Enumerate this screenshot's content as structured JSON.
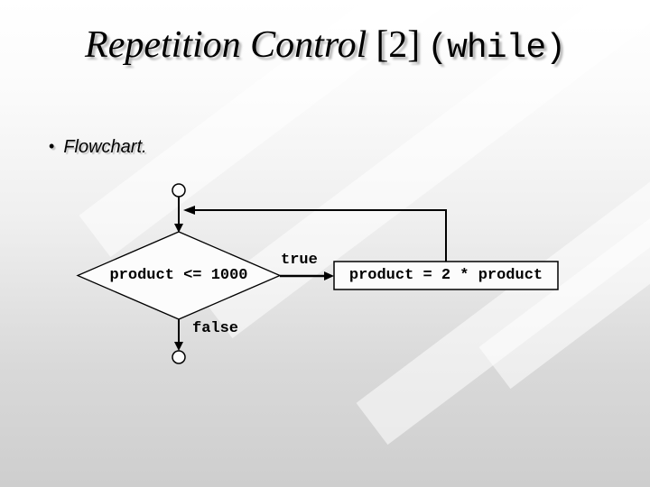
{
  "title": {
    "part1": "Repetition Control",
    "part2": "[2]",
    "part3": "(while)"
  },
  "bullet": {
    "marker": "•",
    "text": "Flowchart."
  },
  "flowchart": {
    "condition": "product <= 1000",
    "true_label": "true",
    "false_label": "false",
    "process": "product = 2 * product"
  },
  "colors": {
    "background_top": "#ffffff",
    "background_bottom": "#cecece",
    "stripe": "#ffffff",
    "line": "#000000",
    "shape_fill": "#fcfcfc",
    "text": "#000000"
  }
}
